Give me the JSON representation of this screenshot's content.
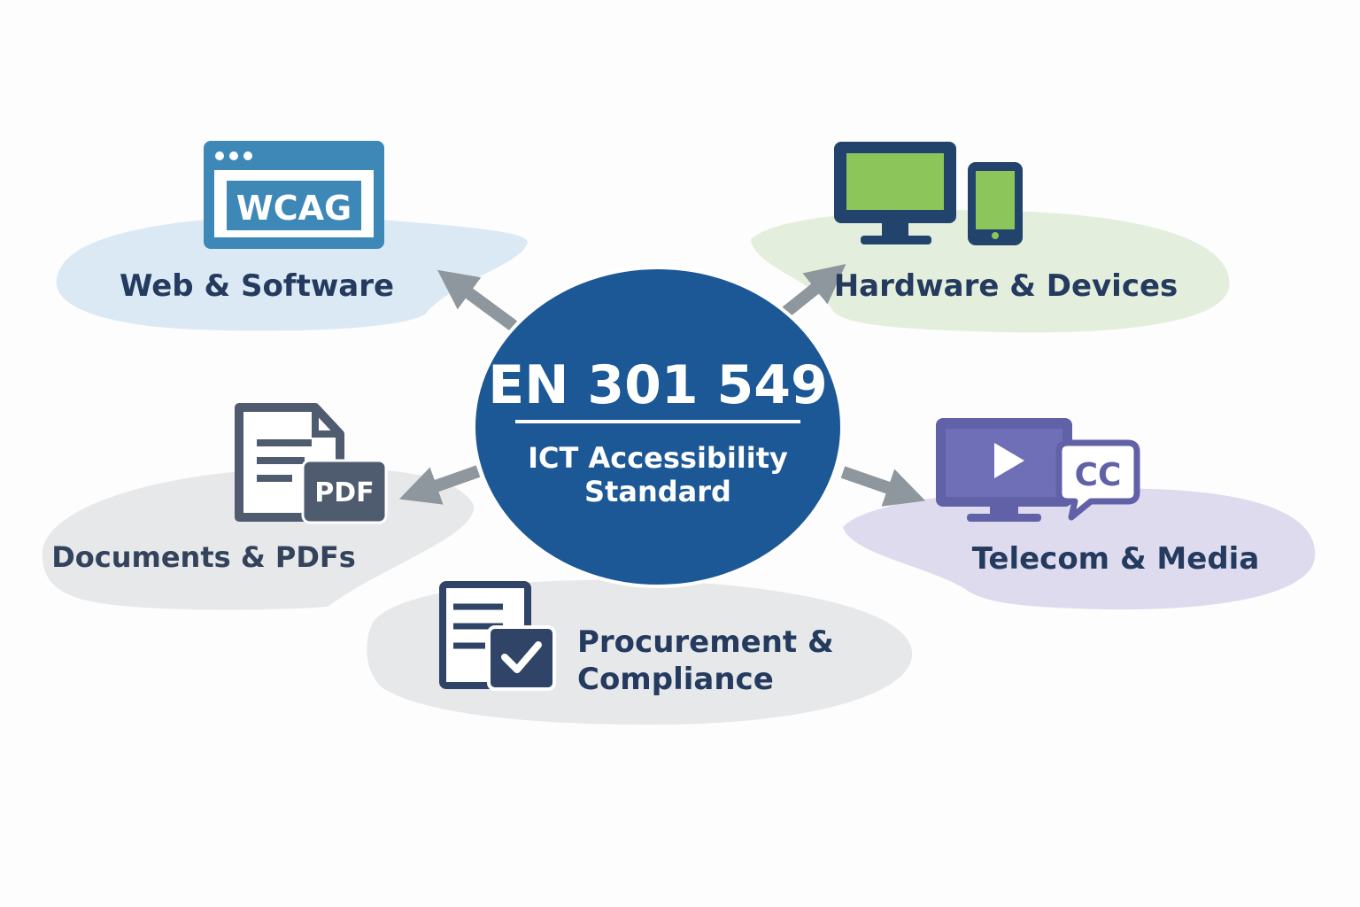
{
  "center": {
    "title": "EN 301 549",
    "subtitle_line1": "ICT Accessibility",
    "subtitle_line2": "Standard"
  },
  "nodes": {
    "web": {
      "label": "Web & Software",
      "icon": "browser-window-icon",
      "icon_text": "WCAG"
    },
    "hardware": {
      "label": "Hardware & Devices",
      "icon": "monitor-and-phone-icon"
    },
    "documents": {
      "label": "Documents & PDFs",
      "icon": "pdf-document-icon",
      "icon_text": "PDF"
    },
    "telecom": {
      "label": "Telecom & Media",
      "icon": "video-captions-icon",
      "icon_text": "CC"
    },
    "procurement": {
      "label_line1": "Procurement &",
      "label_line2": "Compliance",
      "icon": "checklist-document-icon"
    }
  },
  "colors": {
    "center_fill": "#1c5796",
    "text_dark": "#243a5e",
    "arrow": "#8f979e",
    "web_blob": "#dbe9f5",
    "web_icon": "#3e88b8",
    "hardware_blob": "#e3efdc",
    "hardware_icon": "#22436b",
    "hardware_screen": "#8cc559",
    "documents_blob": "#e6e8ea",
    "documents_icon": "#4f5b6e",
    "telecom_blob": "#dedbef",
    "telecom_icon": "#6161a8",
    "procurement_blob": "#e6e8ea",
    "procurement_icon": "#2f4466"
  }
}
